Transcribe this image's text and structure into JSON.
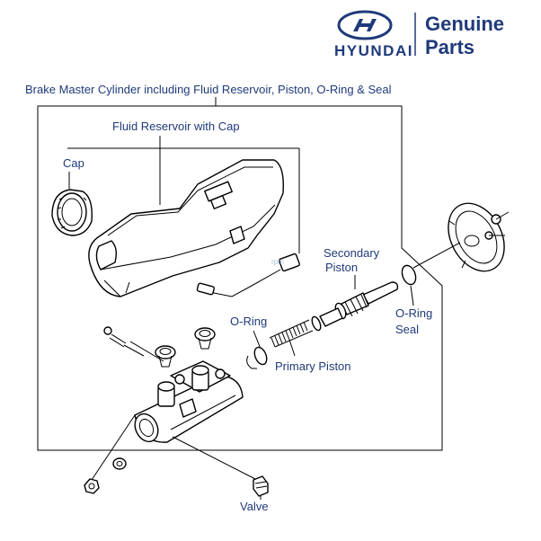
{
  "brand": {
    "name": "HYUNDAI",
    "tagline_line1": "Genuine",
    "tagline_line2": "Parts",
    "primary_color": "#1f3a7a"
  },
  "watermark": "rpm",
  "labels": {
    "assembly": "Brake Master Cylinder including Fluid Reservoir, Piston, O-Ring & Seal",
    "reservoir": "Fluid Reservoir with Cap",
    "cap": "Cap",
    "secondary_piston_line1": "Secondary",
    "secondary_piston_line2": "Piston",
    "oring_left": "O-Ring",
    "oring_right_line1": "O-Ring",
    "oring_right_line2": "Seal",
    "primary_piston": "Primary Piston",
    "valve": "Valve"
  },
  "icons": [
    "hyundai-logo-icon"
  ]
}
